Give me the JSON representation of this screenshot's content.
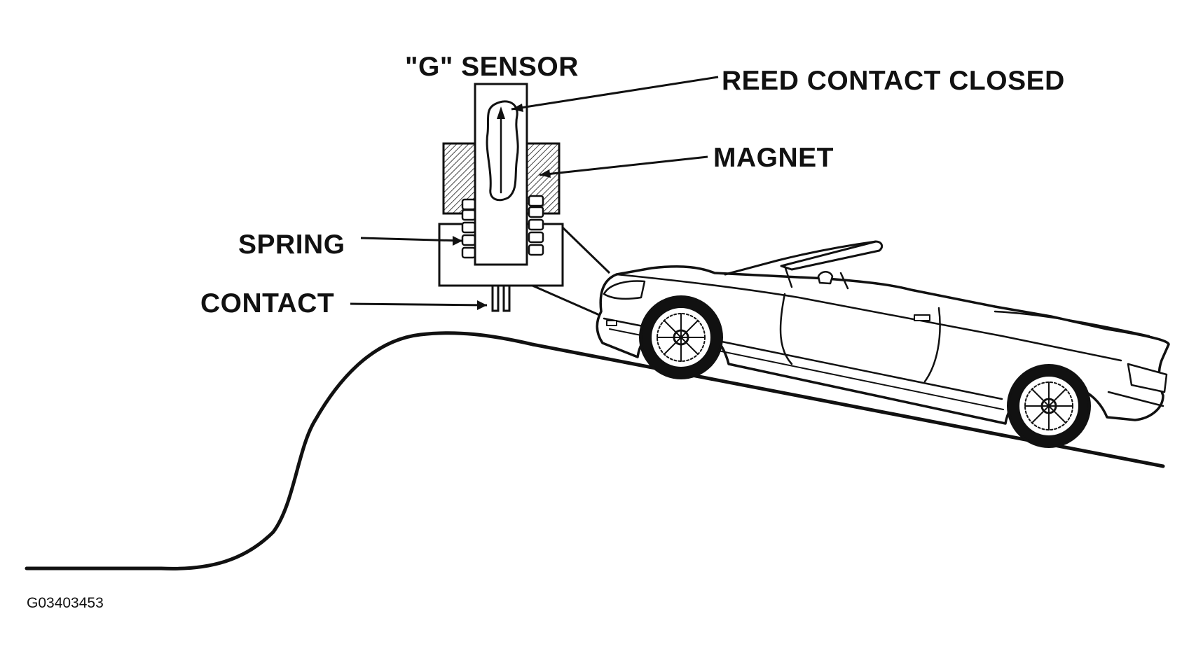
{
  "labels": {
    "g_sensor": "\"G\" SENSOR",
    "reed_contact": "REED CONTACT CLOSED",
    "magnet": "MAGNET",
    "spring": "SPRING",
    "contact": "CONTACT"
  },
  "figure_id": "G03403453",
  "colors": {
    "ink": "#111111",
    "paper": "#ffffff"
  }
}
